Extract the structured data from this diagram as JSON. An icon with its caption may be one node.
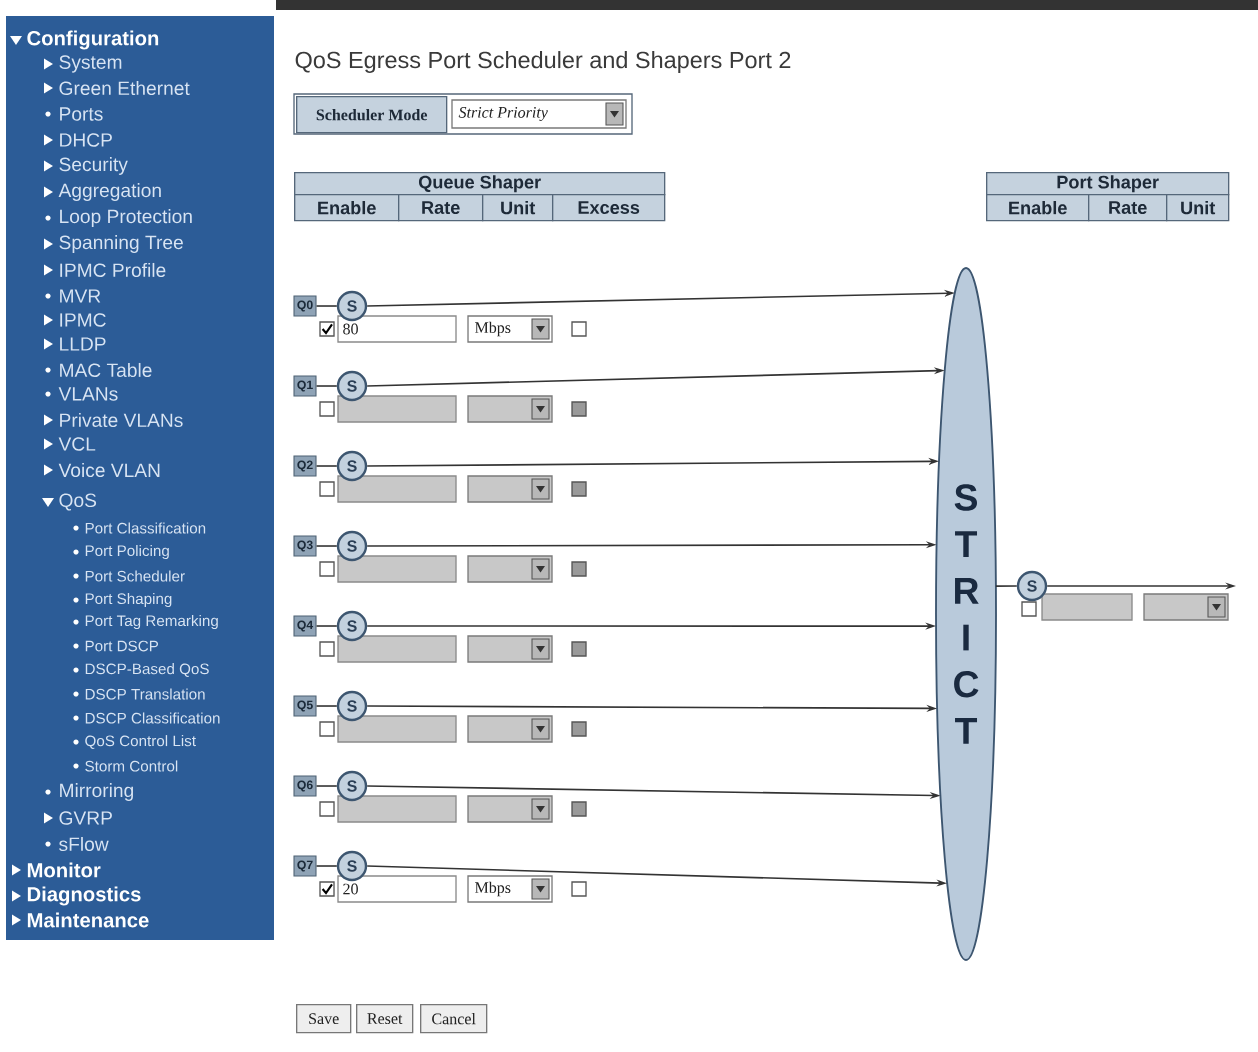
{
  "diagram": {
    "title": "QoS Egress Port Scheduler and Shapers Port 2",
    "nodes": [
      {
        "text": [
          "Q0"
        ]
      },
      {
        "text": [
          "S"
        ]
      },
      {
        "text": [
          "Q1"
        ]
      },
      {
        "text": [
          "S"
        ]
      },
      {
        "text": [
          "Q2"
        ]
      },
      {
        "text": [
          "S"
        ]
      },
      {
        "text": [
          "Q3"
        ]
      },
      {
        "text": [
          "S"
        ]
      },
      {
        "text": [
          "Q4"
        ]
      },
      {
        "text": [
          "S"
        ]
      },
      {
        "text": [
          "Q5"
        ]
      },
      {
        "text": [
          "S"
        ]
      },
      {
        "text": [
          "Q6"
        ]
      },
      {
        "text": [
          "S"
        ]
      },
      {
        "text": [
          "Q7"
        ]
      },
      {
        "text": [
          "S"
        ]
      },
      {
        "text": [
          "STRICT"
        ]
      },
      {
        "text": [
          "S"
        ]
      }
    ],
    "edges": [
      {
        "from": 0,
        "to": 1,
        "arrow": "none"
      },
      {
        "from": 1,
        "to": 16,
        "arrow": "to"
      },
      {
        "from": 2,
        "to": 3,
        "arrow": "none"
      },
      {
        "from": 3,
        "to": 16,
        "arrow": "to"
      },
      {
        "from": 4,
        "to": 5,
        "arrow": "none"
      },
      {
        "from": 5,
        "to": 16,
        "arrow": "to"
      },
      {
        "from": 6,
        "to": 7,
        "arrow": "none"
      },
      {
        "from": 7,
        "to": 16,
        "arrow": "to"
      },
      {
        "from": 8,
        "to": 9,
        "arrow": "none"
      },
      {
        "from": 9,
        "to": 16,
        "arrow": "to"
      },
      {
        "from": 10,
        "to": 11,
        "arrow": "none"
      },
      {
        "from": 11,
        "to": 16,
        "arrow": "to"
      },
      {
        "from": 12,
        "to": 13,
        "arrow": "none"
      },
      {
        "from": 13,
        "to": 16,
        "arrow": "to"
      },
      {
        "from": 14,
        "to": 15,
        "arrow": "none"
      },
      {
        "from": 15,
        "to": 16,
        "arrow": "to"
      },
      {
        "from": 16,
        "to": 17,
        "arrow": "none"
      },
      {
        "from": 17,
        "to": null,
        "arrow": "to"
      }
    ],
    "labels": [
      "Configuration",
      "System",
      "Green Ethernet",
      "Ports",
      "DHCP",
      "Security",
      "Aggregation",
      "Loop Protection",
      "Spanning Tree",
      "IPMC Profile",
      "MVR",
      "IPMC",
      "LLDP",
      "MAC Table",
      "VLANs",
      "Private VLANs",
      "VCL",
      "Voice VLAN",
      "QoS",
      "Port Classification",
      "Port Policing",
      "Port Scheduler",
      "Port Shaping",
      "Port Tag Remarking",
      "Port DSCP",
      "DSCP-Based QoS",
      "DSCP Translation",
      "DSCP Classification",
      "QoS Control List",
      "Storm Control",
      "Mirroring",
      "GVRP",
      "sFlow",
      "Monitor",
      "Diagnostics",
      "Maintenance",
      "Scheduler Mode",
      "Strict Priority",
      "Queue Shaper",
      "Enable",
      "Rate",
      "Unit",
      "Excess",
      "Port Shaper",
      "Enable",
      "Rate",
      "Unit",
      "80",
      "Mbps",
      "20",
      "Mbps",
      "Save",
      "Reset",
      "Cancel"
    ]
  }
}
